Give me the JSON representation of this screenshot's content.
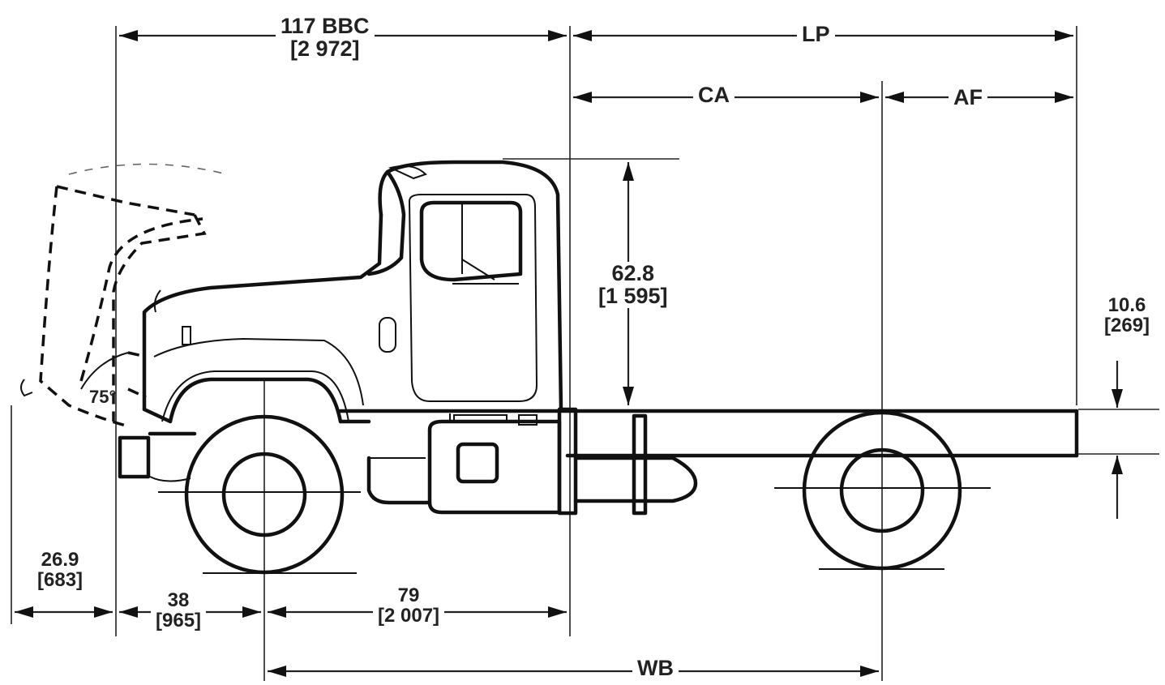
{
  "dimensions": {
    "bbc": {
      "value": "117 BBC",
      "metric": "[2 972]"
    },
    "lp": {
      "value": "LP"
    },
    "ca": {
      "value": "CA"
    },
    "af": {
      "value": "AF"
    },
    "cab_height": {
      "value": "62.8",
      "metric": "[1 595]"
    },
    "frame_height": {
      "value": "10.6",
      "metric": "[269]"
    },
    "front_overhang": {
      "value": "26.9",
      "metric": "[683]"
    },
    "bumper_to_axle": {
      "value": "38",
      "metric": "[965]"
    },
    "axle_to_cab": {
      "value": "79",
      "metric": "[2 007]"
    },
    "wb": {
      "value": "WB"
    },
    "hood_tilt_angle": {
      "value": "75°"
    }
  }
}
